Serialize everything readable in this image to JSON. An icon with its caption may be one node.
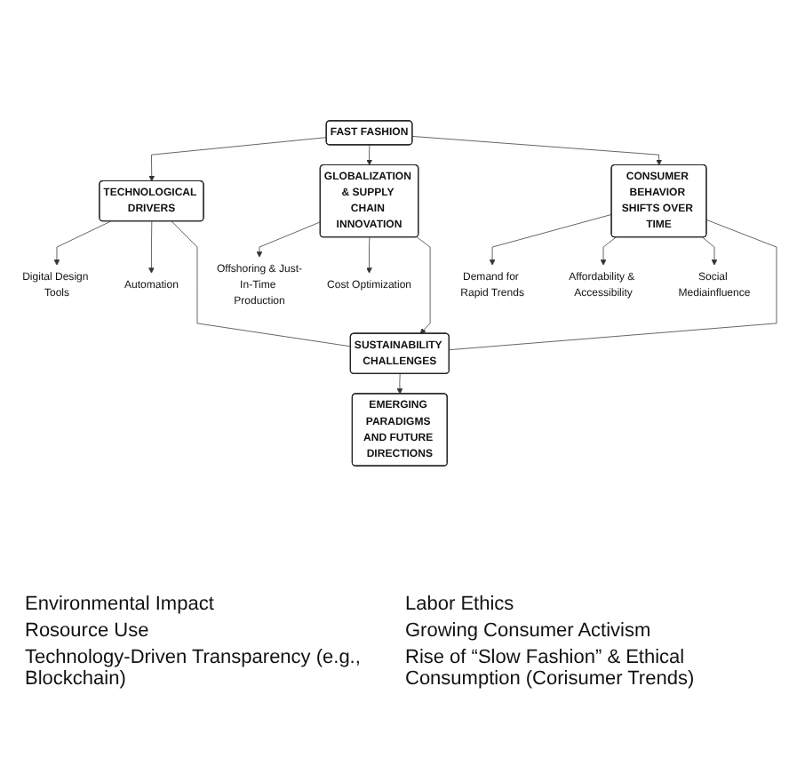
{
  "diagram": {
    "nodes": [
      {
        "text": [
          "FAST FASHION"
        ]
      },
      {
        "text": [
          "TECHNOLOGICAL DRIVERS"
        ]
      },
      {
        "text": [
          "GLOBALIZATION & SUPPLY CHAIN INNOVATION"
        ]
      },
      {
        "text": [
          "CONSUMER BEHAVIOR SHIFTS OVER TIME"
        ]
      },
      {
        "text": [
          "Digital Design Tools"
        ]
      },
      {
        "text": [
          "Automation"
        ]
      },
      {
        "text": [
          "Offshoring & Just-In-Time Production"
        ]
      },
      {
        "text": [
          "Cost Optimization"
        ]
      },
      {
        "text": [
          "Demand for Rapid Trends"
        ]
      },
      {
        "text": [
          "Affordability & Accessibility"
        ]
      },
      {
        "text": [
          "Social Mediainfluence"
        ]
      },
      {
        "text": [
          "SUSTAINABILITY CHALLENGES"
        ]
      },
      {
        "text": [
          "EMERGING PARADIGMS AND FUTURE DIRECTIONS"
        ]
      }
    ],
    "edges": [
      {
        "from": 0,
        "to": 1,
        "arrow": "to"
      },
      {
        "from": 0,
        "to": 2,
        "arrow": "to"
      },
      {
        "from": 0,
        "to": 3,
        "arrow": "to"
      },
      {
        "from": 1,
        "to": 4,
        "arrow": "to"
      },
      {
        "from": 1,
        "to": 5,
        "arrow": "to"
      },
      {
        "from": 2,
        "to": 6,
        "arrow": "to"
      },
      {
        "from": 2,
        "to": 7,
        "arrow": "to"
      },
      {
        "from": 3,
        "to": 8,
        "arrow": "to"
      },
      {
        "from": 3,
        "to": 9,
        "arrow": "to"
      },
      {
        "from": 3,
        "to": 10,
        "arrow": "to"
      },
      {
        "from": 1,
        "to": 11,
        "arrow": "none"
      },
      {
        "from": 2,
        "to": 11,
        "arrow": "to"
      },
      {
        "from": 3,
        "to": 11,
        "arrow": "none"
      },
      {
        "from": 11,
        "to": 12,
        "arrow": "to"
      }
    ],
    "labels": [
      "Environmental Impact",
      "Labor Ethics",
      "Rosource Use",
      "Growing Consumer Activism",
      "Technology-Driven Transparency (e.g., Blockchain)",
      "Rise of “Slow Fashion” & Ethical Consumption (Corisumer Trends)"
    ]
  }
}
